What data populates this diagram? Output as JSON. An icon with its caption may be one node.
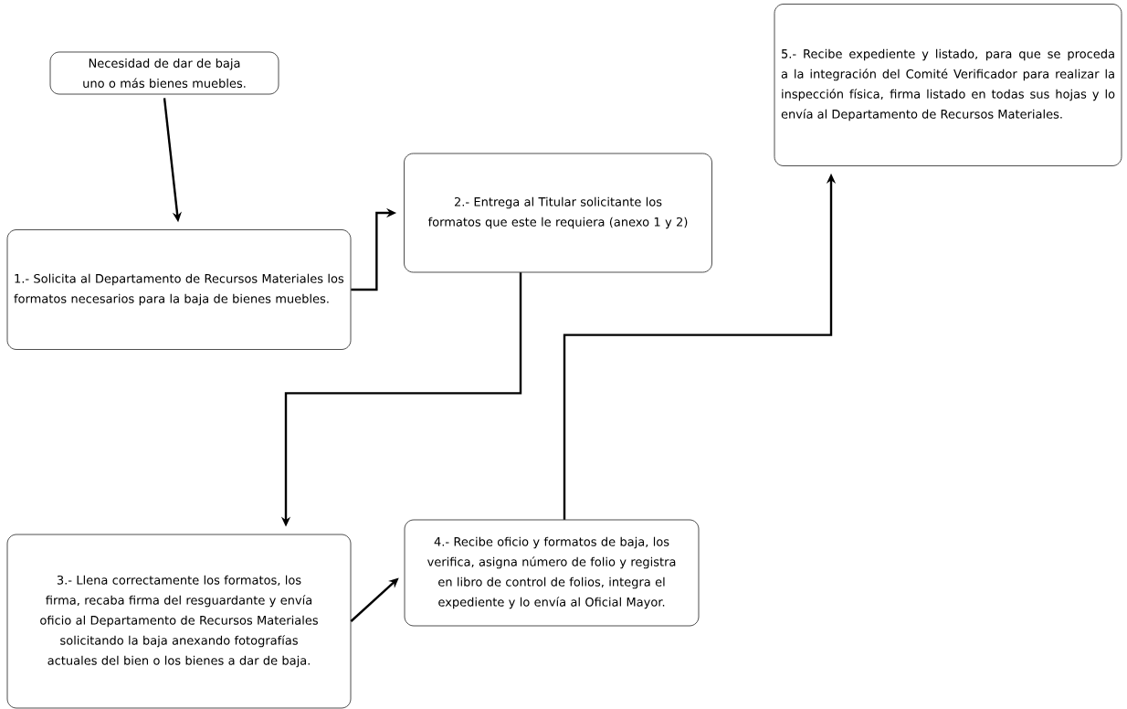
{
  "diagram": {
    "nodes": [
      {
        "text": [
          "Necesidad de dar de baja uno o más bienes muebles."
        ]
      },
      {
        "text": [
          "1.- Solicita al Departamento de Recursos Materiales los formatos necesarios para la baja de bienes muebles."
        ]
      },
      {
        "text": [
          "2.- Entrega al Titular solicitante los formatos que este le requiera (anexo 1 y 2)"
        ]
      },
      {
        "text": [
          "3.- Llena correctamente los formatos, los firma, recaba firma del resguardante y envía oficio al Departamento de Recursos Materiales solicitando la baja anexando fotografías actuales del bien o los bienes a dar de baja."
        ]
      },
      {
        "text": [
          "4.- Recibe oficio y formatos de baja, los verifica, asigna número de folio y registra en libro de control de folios, integra el expediente y lo envía al Oficial Mayor."
        ]
      },
      {
        "text": [
          "5.- Recibe expediente y listado, para que se proceda a la integración del Comité Verificador para realizar la inspección física, firma listado en todas sus hojas y lo envía al Departamento de Recursos Materiales."
        ]
      }
    ],
    "edges": [
      {
        "from": 0,
        "to": 1,
        "arrow": "to"
      },
      {
        "from": 1,
        "to": 2,
        "arrow": "to"
      },
      {
        "from": 2,
        "to": 3,
        "arrow": "to"
      },
      {
        "from": 3,
        "to": 4,
        "arrow": "to"
      },
      {
        "from": 4,
        "to": 5,
        "arrow": "to"
      }
    ]
  }
}
